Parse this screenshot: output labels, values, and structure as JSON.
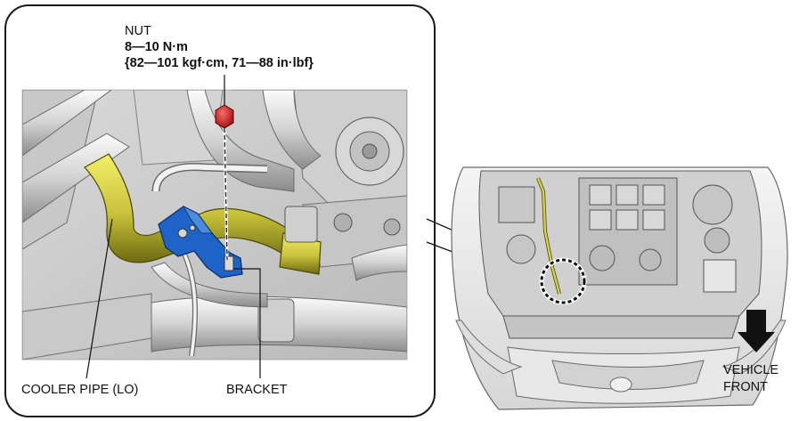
{
  "callout": {
    "part": "NUT",
    "torque_nm": "8—10 N·m",
    "torque_alt": "{82—101 kgf·cm, 71—88 in·lbf}"
  },
  "labels": {
    "cooler_pipe": "COOLER PIPE (LO)",
    "bracket": "BRACKET",
    "vehicle_front_line1": "VEHICLE",
    "vehicle_front_line2": "FRONT"
  },
  "colors": {
    "pipe": "#c9c23a",
    "bracket": "#1e64c8",
    "nut": "#c81e1e",
    "frame": "#1a1a1a"
  }
}
